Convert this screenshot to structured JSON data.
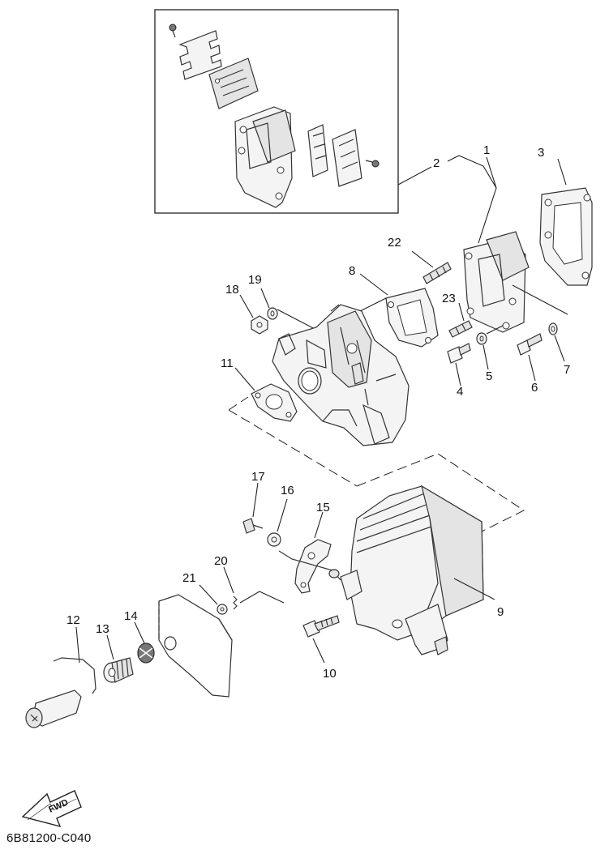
{
  "diagram_code": "6B81200-C040",
  "fwd_label": "FWD",
  "callouts": {
    "c1": "1",
    "c2": "2",
    "c3": "3",
    "c4": "4",
    "c5": "5",
    "c6": "6",
    "c7": "7",
    "c8": "8",
    "c9": "9",
    "c10": "10",
    "c11": "11",
    "c12": "12",
    "c13": "13",
    "c14": "14",
    "c15": "15",
    "c16": "16",
    "c17": "17",
    "c18": "18",
    "c19": "19",
    "c20": "20",
    "c21": "21",
    "c22": "22",
    "c23": "23"
  }
}
